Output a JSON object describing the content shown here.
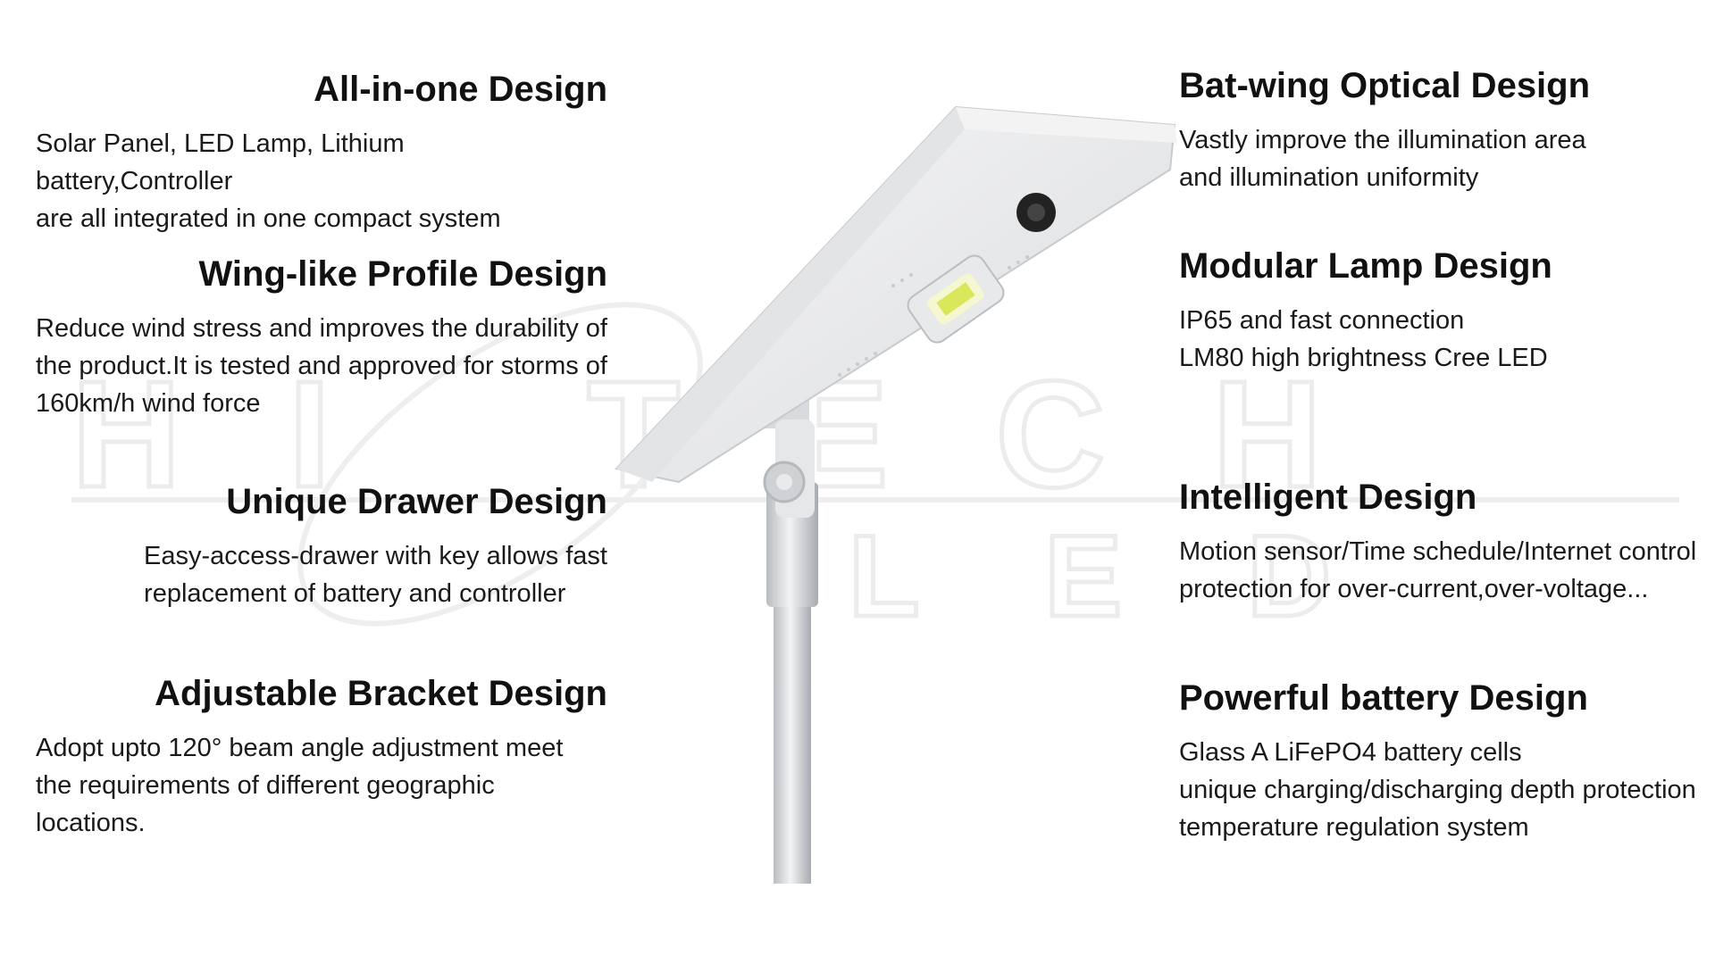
{
  "watermark": {
    "top_text": "HI TECH",
    "bottom_text": "LED"
  },
  "features_left": [
    {
      "title": "All-in-one Design",
      "lines": [
        "Solar Panel, LED Lamp, Lithium battery,Controller",
        "are all integrated in one compact system"
      ]
    },
    {
      "title": "Wing-like Profile Design",
      "lines": [
        "Reduce wind stress and improves the durability of",
        "the product.It is tested and approved for storms of",
        "160km/h wind force"
      ]
    },
    {
      "title": "Unique Drawer Design",
      "lines": [
        "Easy-access-drawer with key allows fast",
        "replacement of battery and controller"
      ]
    },
    {
      "title": "Adjustable Bracket Design",
      "lines": [
        "Adopt upto 120° beam angle adjustment meet",
        "the requirements of different geographic locations."
      ]
    }
  ],
  "features_right": [
    {
      "title": "Bat-wing Optical Design",
      "lines": [
        "Vastly improve the illumination area",
        "and illumination uniformity"
      ]
    },
    {
      "title": "Modular Lamp Design",
      "lines": [
        "IP65 and fast connection",
        "LM80 high brightness Cree LED"
      ]
    },
    {
      "title": "Intelligent Design",
      "lines": [
        "Motion sensor/Time schedule/Internet control",
        "protection for over-current,over-voltage..."
      ]
    },
    {
      "title": "Powerful battery Design",
      "lines": [
        "Glass A LiFePO4 battery cells",
        "unique charging/discharging depth protection",
        "temperature regulation system"
      ]
    }
  ]
}
